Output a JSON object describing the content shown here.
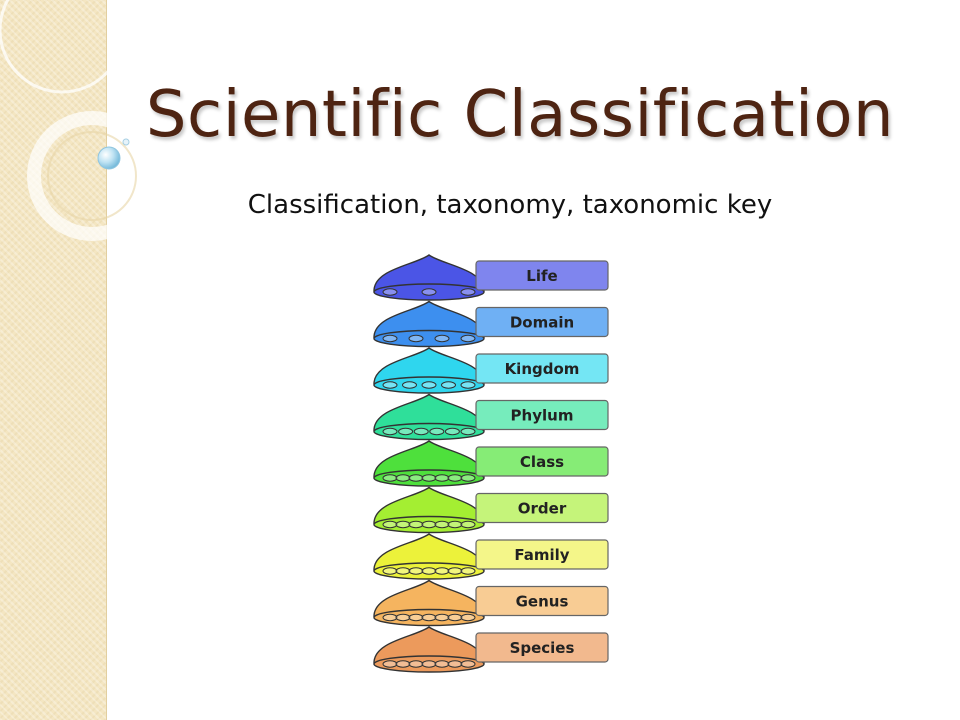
{
  "slide": {
    "title": "Scientific Classification",
    "subtitle": "Classification, taxonomy, taxonomic key"
  },
  "diagram": {
    "levels": [
      {
        "label": "Life",
        "color": "#4b55e6",
        "box": "#7f85ee"
      },
      {
        "label": "Domain",
        "color": "#3d8fef",
        "box": "#6fb0f4"
      },
      {
        "label": "Kingdom",
        "color": "#2fd6ee",
        "box": "#74e6f4"
      },
      {
        "label": "Phylum",
        "color": "#2fdf9a",
        "box": "#76ecbc"
      },
      {
        "label": "Class",
        "color": "#4ee03c",
        "box": "#86ec76"
      },
      {
        "label": "Order",
        "color": "#a4ee32",
        "box": "#c5f47a"
      },
      {
        "label": "Family",
        "color": "#ecf23a",
        "box": "#f4f689"
      },
      {
        "label": "Genus",
        "color": "#f5b45f",
        "box": "#f8cc94"
      },
      {
        "label": "Species",
        "color": "#ec9a5c",
        "box": "#f2b98e"
      }
    ]
  },
  "colors": {
    "title": "#4e2412",
    "subtitle": "#111111",
    "band": "#f4e6c2"
  }
}
